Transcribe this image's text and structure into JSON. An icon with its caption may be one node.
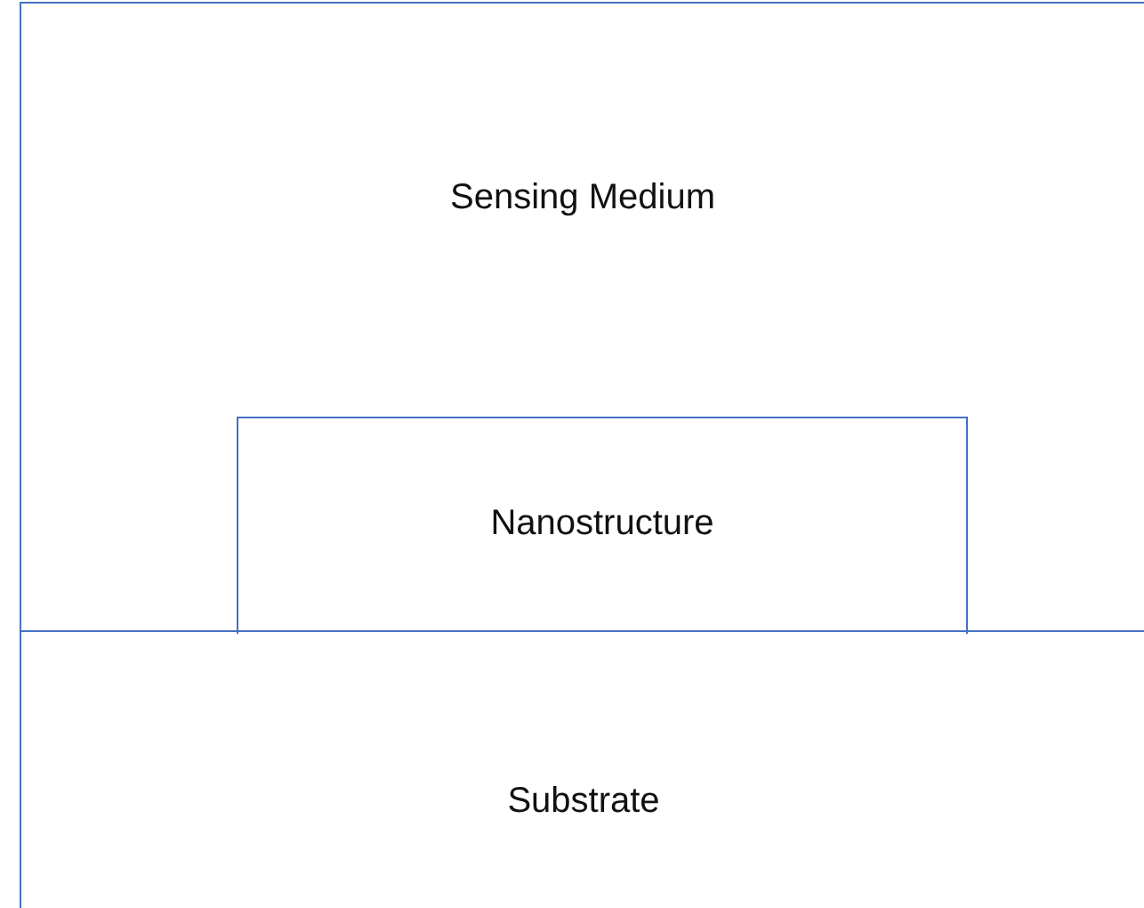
{
  "diagram": {
    "nodes": [
      {
        "text": [
          "Sensing Medium"
        ]
      },
      {
        "text": [
          "Nanostructure"
        ],
        "in": 0
      },
      {
        "text": [
          "Substrate"
        ]
      }
    ]
  }
}
